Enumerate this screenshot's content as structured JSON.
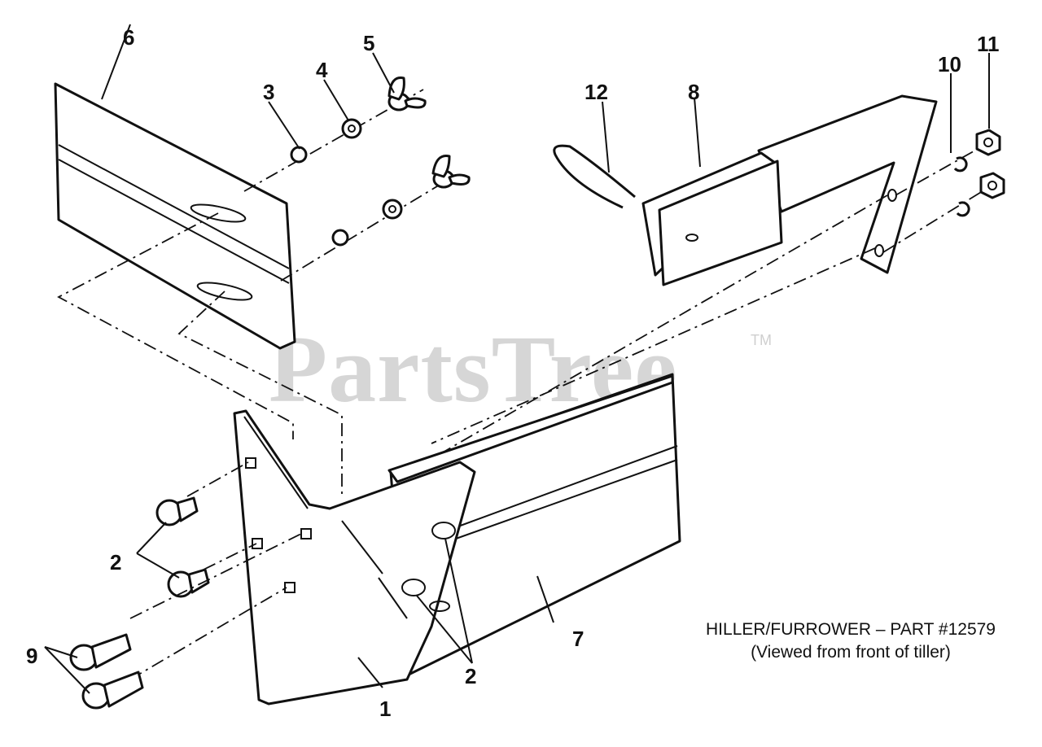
{
  "diagram": {
    "callouts": [
      {
        "id": "c1",
        "text": "1"
      },
      {
        "id": "c2a",
        "text": "2"
      },
      {
        "id": "c2b",
        "text": "2"
      },
      {
        "id": "c3",
        "text": "3"
      },
      {
        "id": "c4",
        "text": "4"
      },
      {
        "id": "c5",
        "text": "5"
      },
      {
        "id": "c6",
        "text": "6"
      },
      {
        "id": "c7",
        "text": "7"
      },
      {
        "id": "c8",
        "text": "8"
      },
      {
        "id": "c9",
        "text": "9"
      },
      {
        "id": "c10",
        "text": "10"
      },
      {
        "id": "c11",
        "text": "11"
      },
      {
        "id": "c12",
        "text": "12"
      }
    ],
    "caption_line1": "HILLER/FURROWER – PART #12579",
    "caption_line2": "(Viewed from front of tiller)",
    "watermark": "PartsTree",
    "watermark_tm": "TM"
  }
}
